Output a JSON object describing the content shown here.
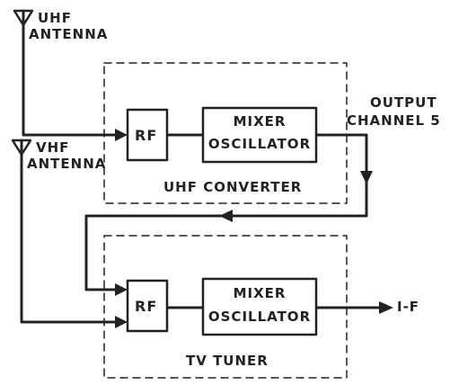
{
  "diagram": {
    "antennas": {
      "uhf": {
        "line1": "UHF",
        "line2": "ANTENNA"
      },
      "vhf": {
        "line1": "VHF",
        "line2": "ANTENNA"
      }
    },
    "uhf_converter": {
      "rf_label": "RF",
      "mixer_line1": "MIXER",
      "mixer_line2": "OSCILLATOR",
      "group_label": "UHF CONVERTER"
    },
    "output": {
      "line1": "OUTPUT",
      "line2": "CHANNEL 5"
    },
    "tv_tuner": {
      "rf_label": "RF",
      "mixer_line1": "MIXER",
      "mixer_line2": "OSCILLATOR",
      "group_label": "TV TUNER"
    },
    "if_output": "I-F"
  }
}
